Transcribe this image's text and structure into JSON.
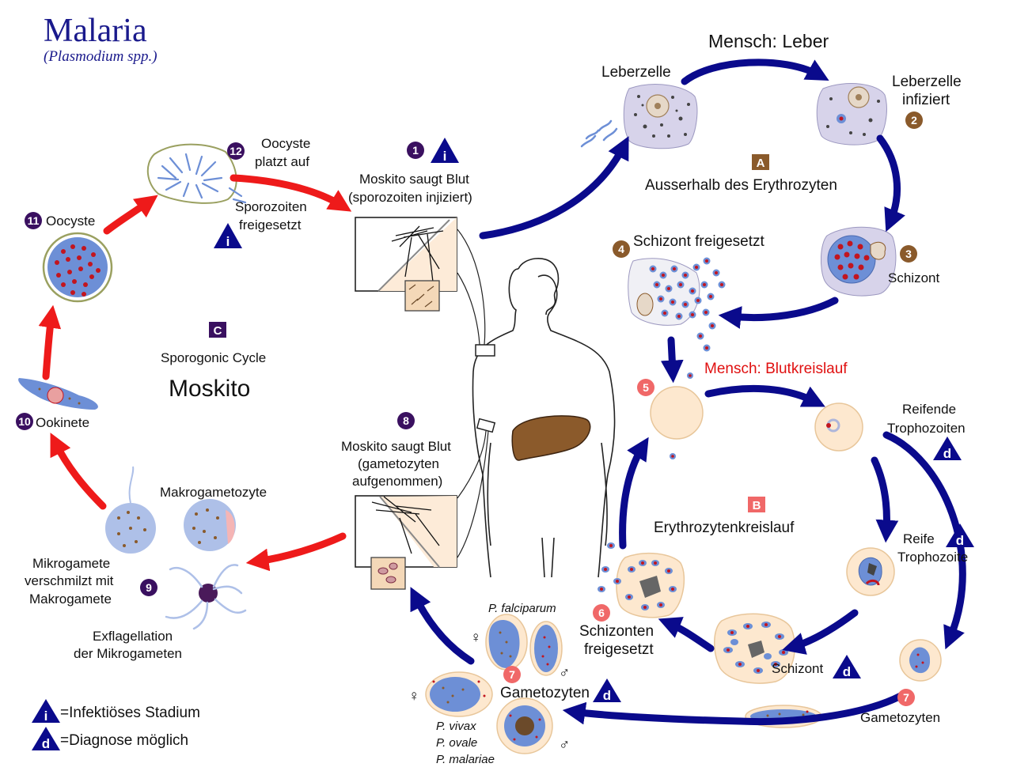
{
  "header": {
    "title": "Malaria",
    "subtitle": "(Plasmodium spp.)"
  },
  "human_liver": {
    "heading": "Mensch: Leber",
    "section_letter": "A",
    "section_label": "Ausserhalb des Erythrozyten",
    "liver_cell": "Leberzelle",
    "liver_cell_infected_1": "Leberzelle",
    "liver_cell_infected_2": "infiziert",
    "schizont": "Schizont",
    "schizont_released": "Schizont freigesetzt"
  },
  "human_blood": {
    "heading": "Mensch: Blutkreislauf",
    "section_letter": "B",
    "section_label": "Erythrozytenkreislauf",
    "immature_troph_1": "Reifende",
    "immature_troph_2": "Trophozoiten",
    "mature_troph_1": "Reife",
    "mature_troph_2": "Trophozoite",
    "schizont": "Schizont",
    "schizonts_released_1": "Schizonten",
    "schizonts_released_2": "freigesetzt",
    "gametocytes": "Gametozyten",
    "gametocytes_2": "Gametozyten",
    "p_falciparum": "P. falciparum",
    "p_vivax": "P. vivax",
    "p_ovale": "P. ovale",
    "p_malariae": "P. malariae"
  },
  "mosquito": {
    "section_letter": "C",
    "sporogonic": "Sporogonic Cycle",
    "heading": "Moskito",
    "bite1_1": "Moskito saugt Blut",
    "bite1_2": "(sporozoiten injiziert)",
    "bite8_1": "Moskito saugt Blut",
    "bite8_2": "(gametozyten",
    "bite8_3": "aufgenommen)",
    "oocyst_rupture_1": "Oocyste",
    "oocyst_rupture_2": "platzt auf",
    "sporozoites_1": "Sporozoiten",
    "sporozoites_2": "freigesetzt",
    "oocyst": "Oocyste",
    "ookinete": "Ookinete",
    "macrogametocyte": "Makrogametozyte",
    "fusion_1": "Mikrogamete",
    "fusion_2": "verschmilzt mit",
    "fusion_3": "Makrogamete",
    "exflag_1": "Exflagellation",
    "exflag_2": "der Mikrogameten"
  },
  "steps": {
    "s1": "1",
    "s2": "2",
    "s3": "3",
    "s4": "4",
    "s5": "5",
    "s6": "6",
    "s7a": "7",
    "s7b": "7",
    "s8": "8",
    "s9": "9",
    "s10": "10",
    "s11": "11",
    "s12": "12"
  },
  "legend": {
    "i_symbol": "i",
    "i_label": "=Infektiöses Stadium",
    "d_symbol": "d",
    "d_label": "=Diagnose möglich"
  },
  "symbols": {
    "female": "♀",
    "male": "♂"
  },
  "colors": {
    "arrow_blue": "#0a0a8c",
    "arrow_red": "#ee1a1a",
    "step_human_liver": "#8a5a2b",
    "step_human_blood": "#f06868",
    "step_mosquito": "#3a1060",
    "triangle": "#0a0a8c",
    "rbc_fill": "#fde8cf",
    "parasite_blue": "#6d8fd6",
    "parasite_red": "#c2151f"
  }
}
